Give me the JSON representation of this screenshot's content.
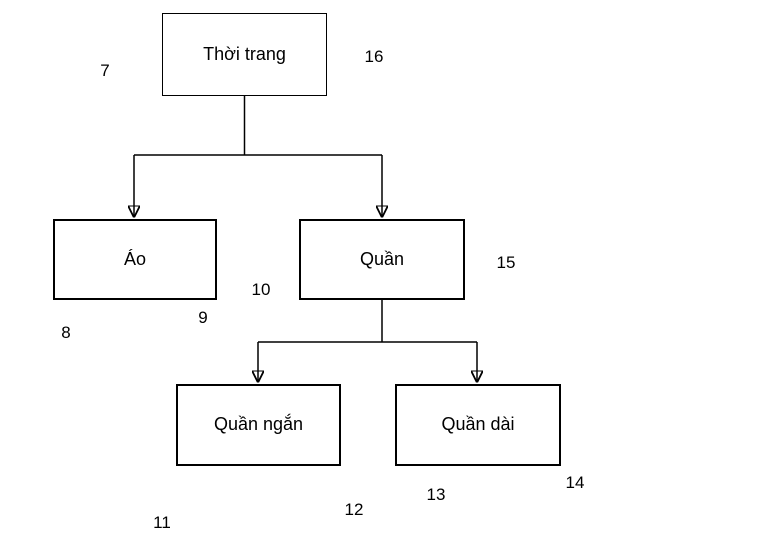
{
  "diagram": {
    "type": "tree",
    "background": "#ffffff",
    "stroke_color": "#000000",
    "text_color": "#000000",
    "nodes": {
      "root": "Thời trang",
      "ao": "Áo",
      "quan": "Quần",
      "quan_ngan": "Quần ngắn",
      "quan_dai": "Quần dài"
    },
    "edges": [
      {
        "from": "root",
        "to": "ao"
      },
      {
        "from": "root",
        "to": "quan"
      },
      {
        "from": "quan",
        "to": "quan_ngan"
      },
      {
        "from": "quan",
        "to": "quan_dai"
      }
    ],
    "numbers": {
      "n7": "7",
      "n8": "8",
      "n9": "9",
      "n10": "10",
      "n11": "11",
      "n12": "12",
      "n13": "13",
      "n14": "14",
      "n15": "15",
      "n16": "16"
    }
  }
}
